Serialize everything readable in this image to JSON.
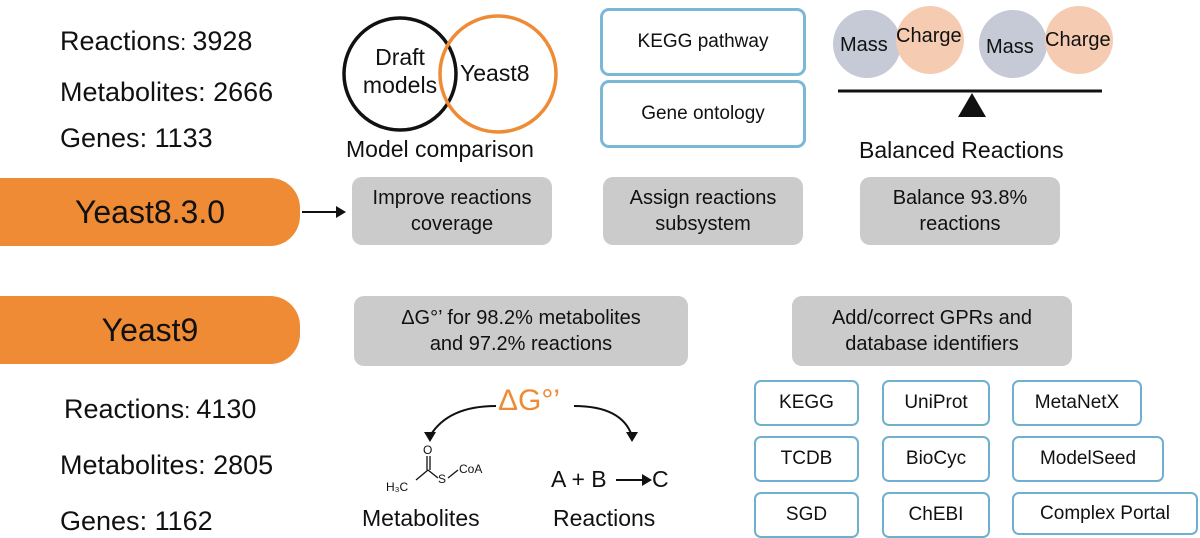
{
  "top_stats": {
    "reactions_label": "Reactions",
    "reactions_value": "3928",
    "metabolites_label": "Metabolites",
    "metabolites_value": "2666",
    "genes_label": "Genes",
    "genes_value": "1133"
  },
  "bottom_stats": {
    "reactions_label": "Reactions",
    "reactions_value": "4130",
    "metabolites_label": "Metabolites",
    "metabolites_value": "2805",
    "genes_label": "Genes",
    "genes_value": "1162"
  },
  "versions": {
    "old": "Yeast8.3.0",
    "new": "Yeast9"
  },
  "venn": {
    "left_line1": "Draft",
    "left_line2": "models",
    "right": "Yeast8",
    "caption": "Model comparison"
  },
  "annotation_boxes": {
    "kegg": "KEGG pathway",
    "go": "Gene ontology"
  },
  "balance": {
    "mass": "Mass",
    "charge": "Charge",
    "caption": "Balanced Reactions"
  },
  "steps": {
    "improve_line1": "Improve reactions",
    "improve_line2": "coverage",
    "assign_line1": "Assign reactions",
    "assign_line2": "subsystem",
    "balance_line1": "Balance 93.8%",
    "balance_line2": "reactions",
    "dg_line1": "ΔG°’ for 98.2% metabolites",
    "dg_line2": "and 97.2% reactions",
    "gpr_line1": "Add/correct GPRs and",
    "gpr_line2": "database identifiers"
  },
  "dg_diagram": {
    "symbol": "ΔG°’",
    "o_atom": "O",
    "s_atom": "S",
    "coa": "CoA",
    "h3c": "H₃C",
    "metabolites_caption": "Metabolites",
    "equation_left": "A + B",
    "equation_right": "C",
    "reactions_caption": "Reactions"
  },
  "databases": [
    "KEGG",
    "UniProt",
    "MetaNetX",
    "TCDB",
    "BioCyc",
    "ModelSeed",
    "SGD",
    "ChEBI",
    "Complex Portal"
  ],
  "colors": {
    "orange": "#ef8b35",
    "gray": "#cbcbcb",
    "blue": "#7ab8d6",
    "mass": "#c5cad6",
    "charge": "#f5ccb2"
  }
}
